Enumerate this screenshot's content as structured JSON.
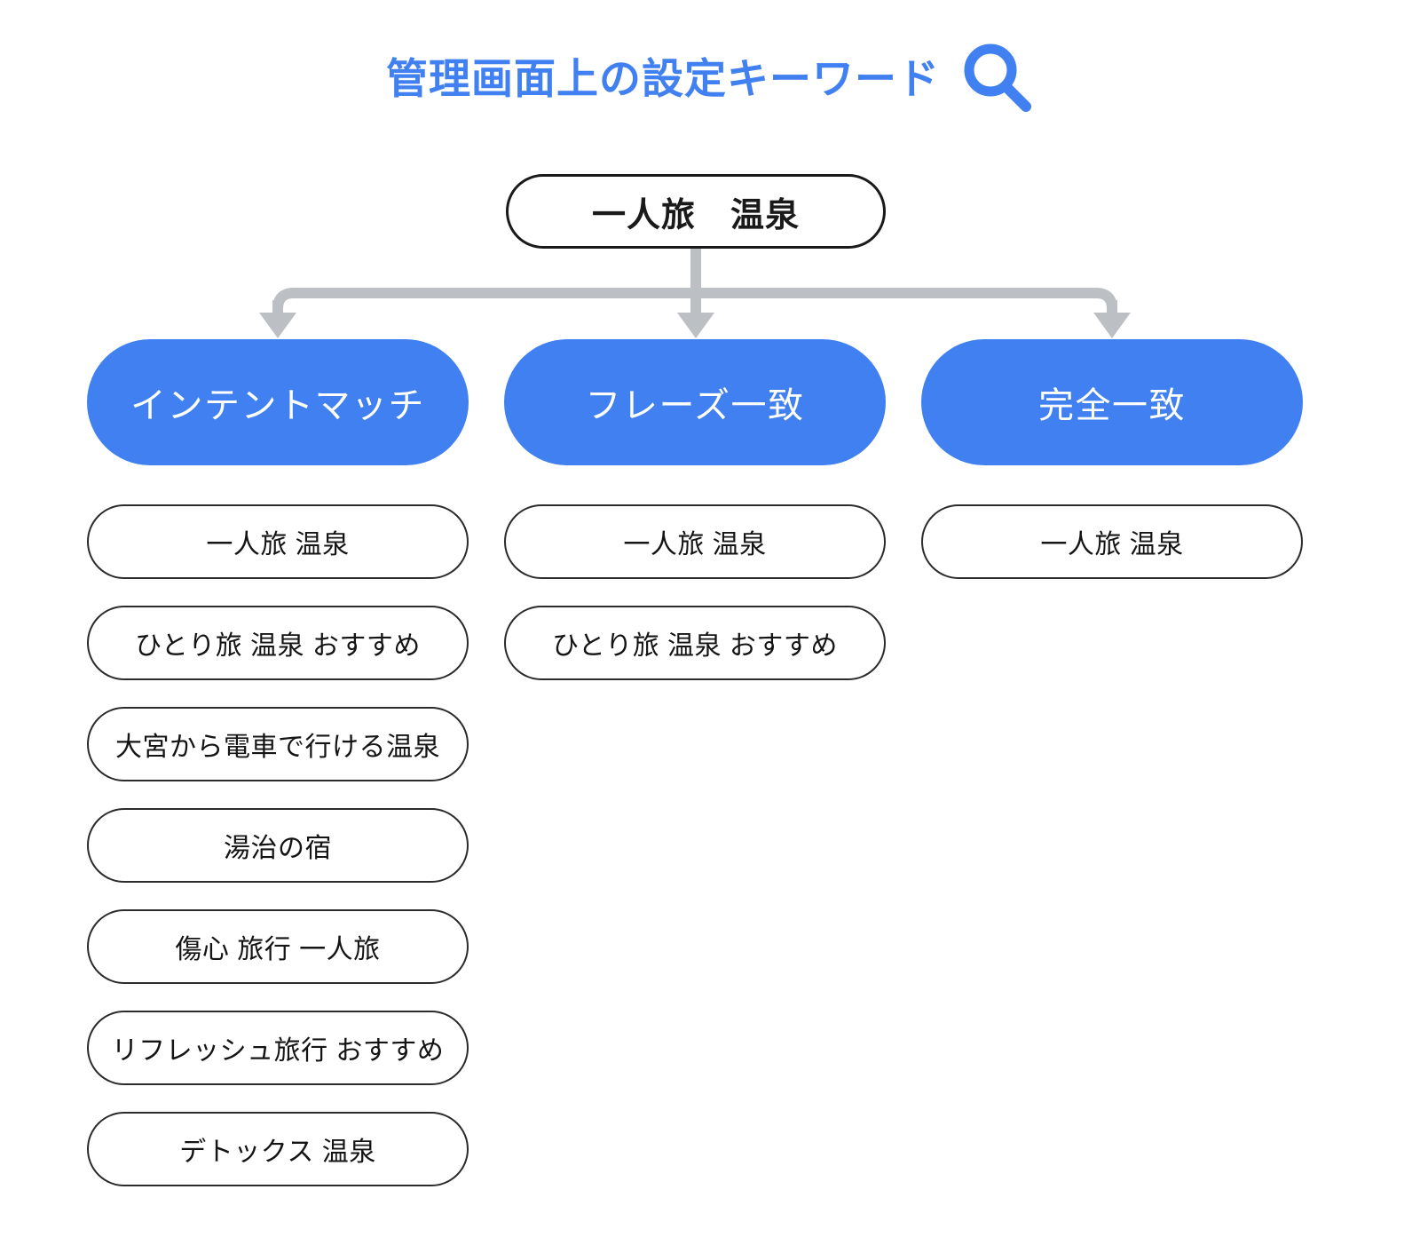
{
  "header": {
    "title": "管理画面上の設定キーワード",
    "icon": "search-icon",
    "color": "#4180f0"
  },
  "root": {
    "label": "一人旅　温泉"
  },
  "colors": {
    "accent_blue": "#4180f0",
    "pill_border": "#2b2b2b",
    "connector_gray": "#bcc0c4",
    "background": "#ffffff",
    "text_dark": "#141414",
    "text_light": "#ffffff"
  },
  "columns": [
    {
      "match_type": "インテントマッチ",
      "keywords": [
        "一人旅 温泉",
        "ひとり旅 温泉 おすすめ",
        "大宮から電車で行ける温泉",
        "湯治の宿",
        "傷心 旅行 一人旅",
        "リフレッシュ旅行 おすすめ",
        "デトックス 温泉"
      ]
    },
    {
      "match_type": "フレーズ一致",
      "keywords": [
        "一人旅 温泉",
        "ひとり旅 温泉 おすすめ"
      ]
    },
    {
      "match_type": "完全一致",
      "keywords": [
        "一人旅 温泉"
      ]
    }
  ]
}
